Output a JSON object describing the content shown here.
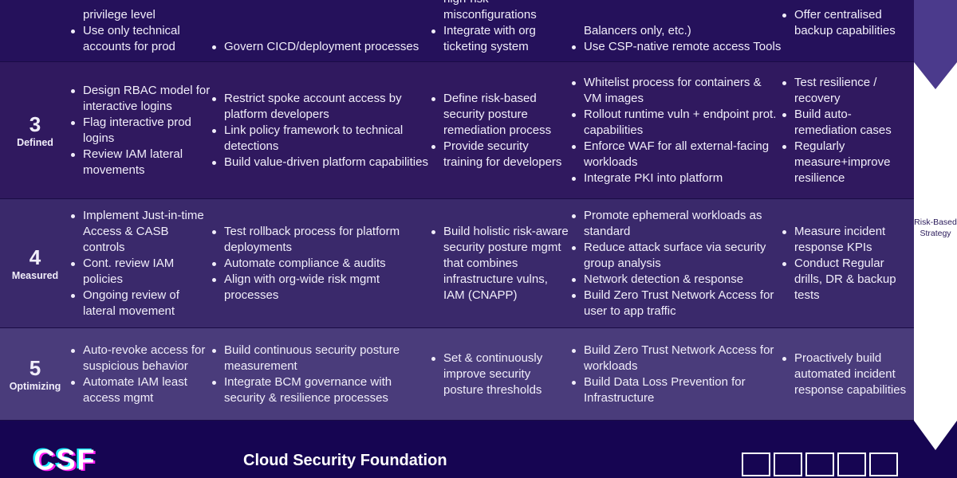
{
  "rows": [
    {
      "level": "",
      "name": "",
      "cols": [
        [
          {
            "t": "privilege level",
            "cont": true
          },
          {
            "t": "Use only technical accounts for prod"
          }
        ],
        [
          {
            "t": "Govern CICD/deployment processes"
          }
        ],
        [
          {
            "t": "high-risk misconfigurations",
            "cont": true
          },
          {
            "t": "Integrate with org ticketing system"
          }
        ],
        [
          {
            "t": "Balancers only, etc.)",
            "cont": true
          },
          {
            "t": "Use CSP-native remote access Tools"
          }
        ],
        [
          {
            "t": "Offer centralised backup capabilities"
          }
        ]
      ]
    },
    {
      "level": "3",
      "name": "Defined",
      "cols": [
        [
          {
            "t": "Design RBAC model for interactive logins"
          },
          {
            "t": "Flag interactive prod logins"
          },
          {
            "t": "Review IAM lateral movements"
          }
        ],
        [
          {
            "t": "Restrict spoke account access by platform developers"
          },
          {
            "t": "Link policy framework to technical detections"
          },
          {
            "t": "Build value-driven platform capabilities"
          }
        ],
        [
          {
            "t": "Define risk-based security posture remediation process"
          },
          {
            "t": "Provide security training for developers"
          }
        ],
        [
          {
            "t": "Whitelist process for containers & VM images"
          },
          {
            "t": "Rollout runtime vuln + endpoint prot. capabilities"
          },
          {
            "t": "Enforce WAF for all external-facing workloads"
          },
          {
            "t": "Integrate PKI into platform"
          }
        ],
        [
          {
            "t": "Test resilience / recovery"
          },
          {
            "t": "Build auto-remediation cases"
          },
          {
            "t": "Regularly measure+improve resilience"
          }
        ]
      ]
    },
    {
      "level": "4",
      "name": "Measured",
      "cols": [
        [
          {
            "t": "Implement Just-in-time Access & CASB controls"
          },
          {
            "t": "Cont. review  IAM policies"
          },
          {
            "t": "Ongoing review of lateral movement"
          }
        ],
        [
          {
            "t": "Test rollback process for platform deployments"
          },
          {
            "t": "Automate compliance & audits"
          },
          {
            "t": "Align with org-wide risk mgmt processes"
          }
        ],
        [
          {
            "t": "Build holistic risk-aware security posture mgmt that combines infrastructure vulns, IAM (CNAPP)"
          }
        ],
        [
          {
            "t": "Promote ephemeral workloads as standard"
          },
          {
            "t": "Reduce attack surface via security group analysis"
          },
          {
            "t": "Network detection & response"
          },
          {
            "t": "Build Zero Trust Network Access for user to app traffic"
          }
        ],
        [
          {
            "t": "Measure incident response KPIs"
          },
          {
            "t": "Conduct Regular drills, DR & backup tests"
          }
        ]
      ]
    },
    {
      "level": "5",
      "name": "Optimizing",
      "cols": [
        [
          {
            "t": "Auto-revoke access for suspicious behavior"
          },
          {
            "t": "Automate IAM least access mgmt"
          }
        ],
        [
          {
            "t": "Build continuous security posture measurement"
          },
          {
            "t": "Integrate BCM governance with security & resilience processes"
          }
        ],
        [
          {
            "t": "Set & continuously improve security posture thresholds"
          }
        ],
        [
          {
            "t": "Build Zero Trust Network Access for workloads"
          },
          {
            "t": "Build Data Loss Prevention for Infrastructure"
          }
        ],
        [
          {
            "t": "Proactively build automated incident response capabilities"
          }
        ]
      ]
    }
  ],
  "side": {
    "label": "Risk-Based Strategy"
  },
  "footer": {
    "title": "Cloud Security Foundation",
    "logo_text": "CSF"
  },
  "colors": {
    "row_top": "#25115b",
    "row3": "#30195f",
    "row4": "#3a296b",
    "row5": "#4a3c7b",
    "footer": "#160552",
    "accent_cyan": "#19f0ff",
    "accent_magenta": "#ff1ef0"
  },
  "icons": [
    "social-icon-1",
    "social-icon-2",
    "social-icon-3",
    "social-icon-4",
    "social-icon-5"
  ]
}
